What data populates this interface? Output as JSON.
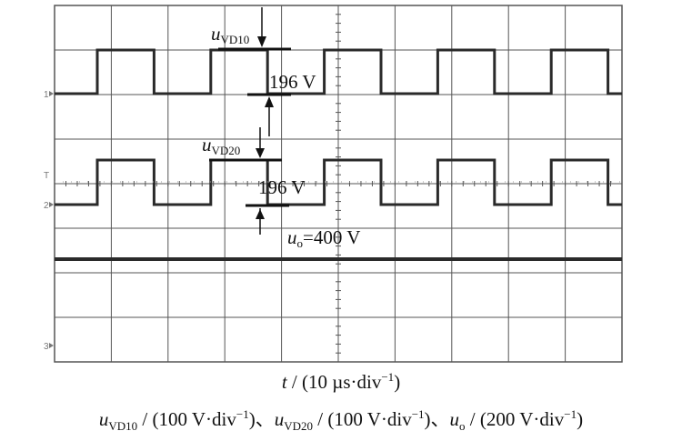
{
  "chart_data": {
    "type": "line",
    "grid": true,
    "divisions": {
      "x": 10,
      "y": 8
    },
    "x_scale": "10 µs/div",
    "channel_markers": [
      "1",
      "T",
      "2",
      "3"
    ],
    "series": [
      {
        "name": "uVD10",
        "scale": "100 V/div",
        "shape": "square-wave",
        "amplitude_V": 196
      },
      {
        "name": "uVD20",
        "scale": "100 V/div",
        "shape": "square-wave",
        "amplitude_V": 196
      },
      {
        "name": "uo",
        "scale": "200 V/div",
        "shape": "dc",
        "level_V": 400
      }
    ],
    "annotations": {
      "uvd10_label": {
        "var": "u",
        "sub": "VD10"
      },
      "uvd20_label": {
        "var": "u",
        "sub": "VD20"
      },
      "amp1": "196 V",
      "amp2": "196 V",
      "uo_label": {
        "var": "u",
        "sub": "o",
        "rest": "=400 V"
      }
    },
    "xlabel": {
      "var": "t",
      "text": " / (10 µs·div",
      "sup": "−1",
      "close": ")"
    },
    "ylabel": [
      {
        "var": "u",
        "sub": "VD10",
        "text": " / (100 V·div",
        "sup": "−1",
        "close": ")、"
      },
      {
        "var": "u",
        "sub": "VD20",
        "text": " / (100 V·div",
        "sup": "−1",
        "close": ")、"
      },
      {
        "var": "u",
        "sub": "o",
        "text": " / (200 V·div",
        "sup": "−1",
        "close": ")"
      }
    ],
    "colors": {
      "trace": "#2a2a2a",
      "grid": "#555555",
      "annotation": "#111111"
    }
  }
}
